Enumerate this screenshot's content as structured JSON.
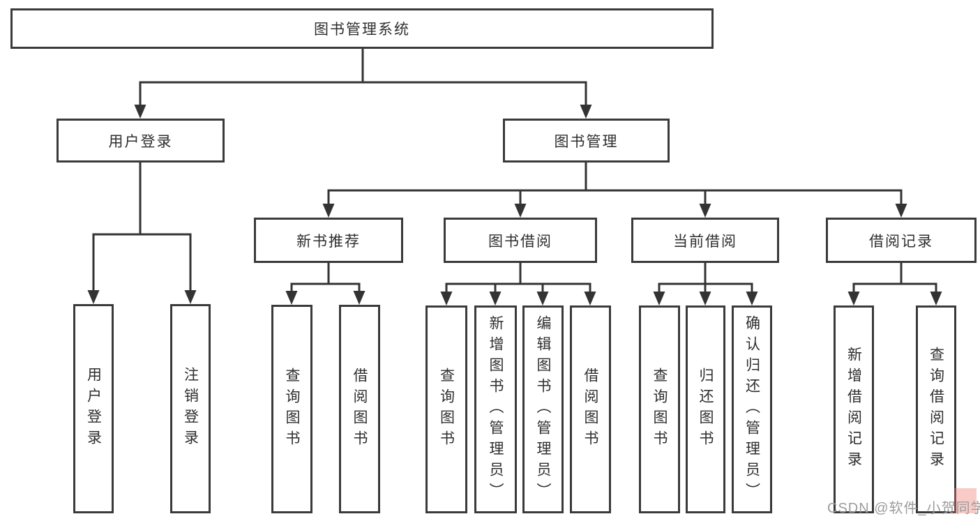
{
  "tree": {
    "label": "图书管理系统",
    "children": [
      {
        "label": "用户登录",
        "children": [
          {
            "label": "用户登录"
          },
          {
            "label": "注销登录"
          }
        ]
      },
      {
        "label": "图书管理",
        "children": [
          {
            "label": "新书推荐",
            "children": [
              {
                "label": "查询图书"
              },
              {
                "label": "借阅图书"
              }
            ]
          },
          {
            "label": "图书借阅",
            "children": [
              {
                "label": "查询图书"
              },
              {
                "label": "新增图书（管理员）"
              },
              {
                "label": "编辑图书（管理员）"
              },
              {
                "label": "借阅图书"
              }
            ]
          },
          {
            "label": "当前借阅",
            "children": [
              {
                "label": "查询图书"
              },
              {
                "label": "归还图书"
              },
              {
                "label": "确认归还（管理员）"
              }
            ]
          },
          {
            "label": "借阅记录",
            "children": [
              {
                "label": "新增借阅记录"
              },
              {
                "label": "查询借阅记录"
              }
            ]
          }
        ]
      }
    ]
  },
  "watermark": {
    "text": "CSDN @软件_小贺同学"
  },
  "colors": {
    "line": "#333333",
    "box_border": "#3a3a3a",
    "text": "#2e2e2e",
    "watermark": "#9c9c9c",
    "watermark_accent": "rgba(236,118,108,0.38)"
  }
}
